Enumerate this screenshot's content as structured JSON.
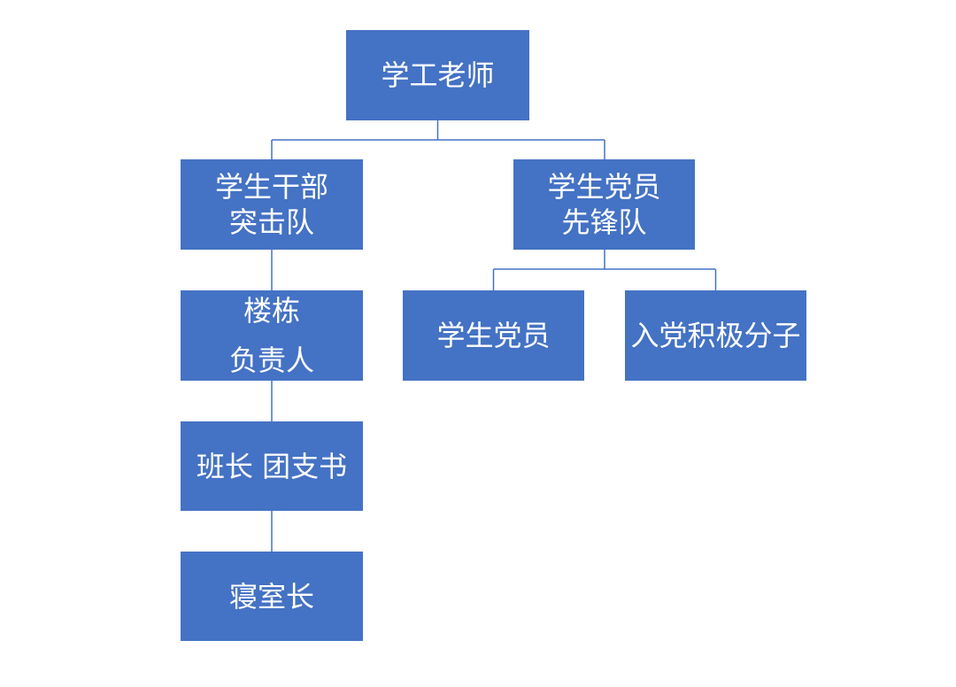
{
  "org_chart": {
    "root": {
      "label": "学工老师"
    },
    "branches": [
      {
        "lines": [
          "学生干部",
          "突击队"
        ],
        "chain": [
          {
            "lines": [
              "楼栋",
              "负责人"
            ]
          },
          {
            "label": "班长 团支书"
          },
          {
            "label": "寝室长"
          }
        ]
      },
      {
        "lines": [
          "学生党员",
          "先锋队"
        ],
        "children": [
          {
            "label": "学生党员"
          },
          {
            "label": "入党积极分子"
          }
        ]
      }
    ]
  },
  "colors": {
    "box_fill": "#4472c4",
    "box_text": "#ffffff",
    "connector": "#4472c4",
    "background": "#ffffff"
  }
}
